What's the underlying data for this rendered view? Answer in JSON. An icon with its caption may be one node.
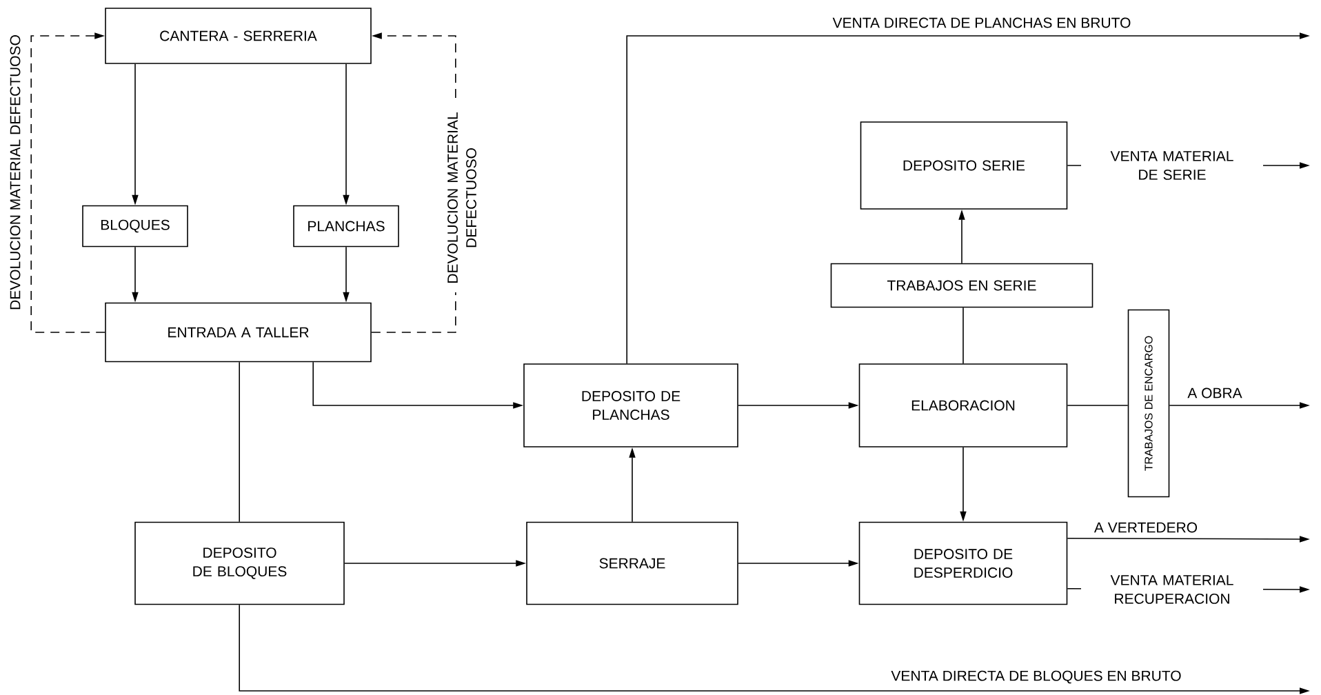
{
  "diagram": {
    "nodes": [
      {
        "text": [
          "CANTERA - SERRERIA"
        ]
      },
      {
        "text": [
          "BLOQUES"
        ]
      },
      {
        "text": [
          "PLANCHAS"
        ]
      },
      {
        "text": [
          "ENTRADA A TALLER"
        ]
      },
      {
        "text": [
          "DEPOSITO DE PLANCHAS"
        ]
      },
      {
        "text": [
          "DEPOSITO DE BLOQUES"
        ]
      },
      {
        "text": [
          "SERRAJE"
        ]
      },
      {
        "text": [
          "DEPOSITO SERIE"
        ]
      },
      {
        "text": [
          "TRABAJOS EN SERIE"
        ]
      },
      {
        "text": [
          "ELABORACION"
        ]
      },
      {
        "text": [
          "TRABAJOS DE ENCARGO"
        ]
      },
      {
        "text": [
          "DEPOSITO DE DESPERDICIO"
        ]
      }
    ],
    "edges": [
      {
        "from": 0,
        "to": 1,
        "arrow": "to"
      },
      {
        "from": 0,
        "to": 2,
        "arrow": "to"
      },
      {
        "from": 1,
        "to": 3,
        "arrow": "to"
      },
      {
        "from": 2,
        "to": 3,
        "arrow": "to"
      },
      {
        "from": 3,
        "to": 0,
        "arrow": "to",
        "style": "dashed",
        "label": "DEVOLUCION MATERIAL DEFECTUOSO"
      },
      {
        "from": 3,
        "to": 0,
        "arrow": "to",
        "style": "dashed",
        "label": "DEVOLUCION MATERIAL DEFECTUOSO"
      },
      {
        "from": 3,
        "to": 4,
        "arrow": "to"
      },
      {
        "from": 3,
        "to": 5,
        "arrow": "none"
      },
      {
        "from": 5,
        "to": null,
        "arrow": "to",
        "label": "VENTA DIRECTA DE BLOQUES EN BRUTO"
      },
      {
        "from": 5,
        "to": 6,
        "arrow": "to"
      },
      {
        "from": 6,
        "to": 4,
        "arrow": "to"
      },
      {
        "from": 6,
        "to": 11,
        "arrow": "to"
      },
      {
        "from": 4,
        "to": 9,
        "arrow": "to"
      },
      {
        "from": 4,
        "to": null,
        "arrow": "to",
        "label": "VENTA DIRECTA DE PLANCHAS EN BRUTO"
      },
      {
        "from": 9,
        "to": 8,
        "arrow": "none"
      },
      {
        "from": 8,
        "to": 7,
        "arrow": "to"
      },
      {
        "from": 7,
        "to": null,
        "arrow": "to",
        "label": "VENTA MATERIAL DE SERIE"
      },
      {
        "from": 9,
        "to": 10,
        "arrow": "none"
      },
      {
        "from": 10,
        "to": null,
        "arrow": "to",
        "label": "A OBRA"
      },
      {
        "from": 9,
        "to": 11,
        "arrow": "to"
      },
      {
        "from": 11,
        "to": null,
        "arrow": "to",
        "label": "A VERTEDERO"
      },
      {
        "from": 11,
        "to": null,
        "arrow": "to",
        "label": "VENTA MATERIAL RECUPERACION"
      }
    ]
  }
}
